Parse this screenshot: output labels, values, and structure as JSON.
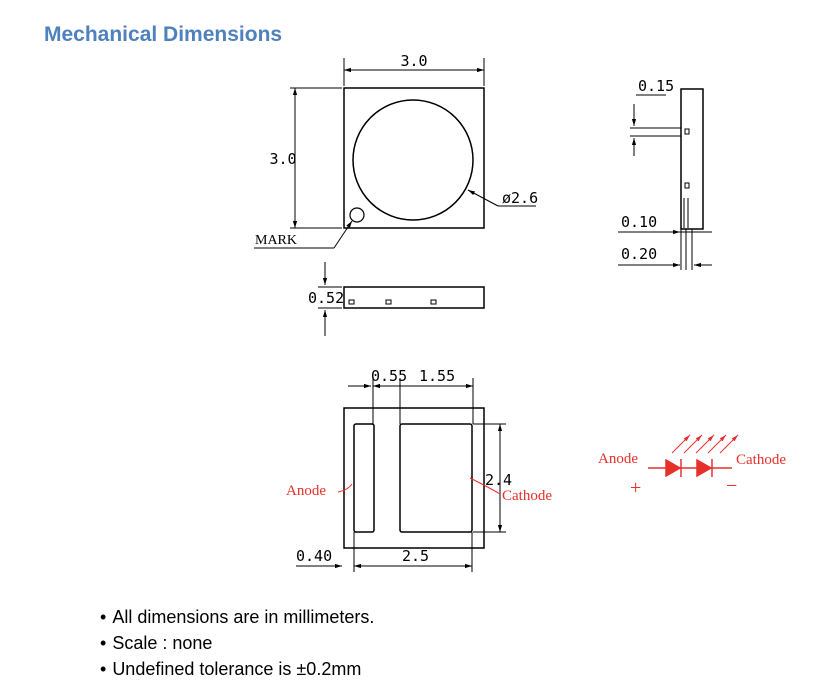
{
  "page": {
    "title": "Mechanical Dimensions"
  },
  "top_view": {
    "width_label": "3.0",
    "height_label": "3.0",
    "lens_diameter_label": "ø2.6",
    "mark_label": "MARK"
  },
  "front_view": {
    "thickness_label": "0.52"
  },
  "side_view": {
    "top_label": "0.15",
    "mid_label": "0.10",
    "bottom_label": "0.20"
  },
  "bottom_view": {
    "pad_gap_label": "0.55",
    "pad_width_label": "1.55",
    "pad_height_label": "2.4",
    "edge_label": "0.40",
    "span_label": "2.5",
    "anode_label": "Anode",
    "cathode_label": "Cathode"
  },
  "symbol": {
    "anode_label": "Anode",
    "cathode_label": "Cathode",
    "plus": "+",
    "minus": "−",
    "color": "#e8302a"
  },
  "notes": [
    "All dimensions are in millimeters.",
    "Scale : none",
    "Undefined tolerance is ±0.2mm"
  ]
}
